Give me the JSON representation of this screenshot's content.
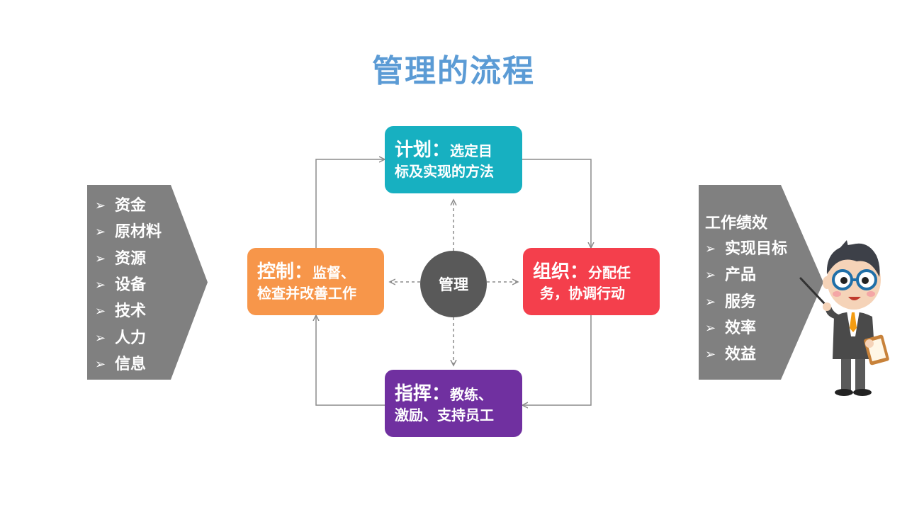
{
  "title": "管理的流程",
  "center": {
    "label": "管理"
  },
  "plan": {
    "head": "计划：",
    "desc_l1": "选定目",
    "desc_l2": "标及实现的方法",
    "color": "#17b0c1"
  },
  "organize": {
    "head": "组织：",
    "desc_l1": "分配任",
    "desc_l2": "务，协调行动",
    "color": "#f43f4c"
  },
  "control": {
    "head": "控制：",
    "desc_l1": "监督、",
    "desc_l2": "检查并改善工作",
    "color": "#f7964a"
  },
  "command": {
    "head": "指挥：",
    "desc_l1": "教练、",
    "desc_l2": "激励、支持员工",
    "color": "#7030a0"
  },
  "inputs": {
    "bullet": "➢",
    "items": [
      "资金",
      "原材料",
      "资源",
      "设备",
      "技术",
      "人力",
      "信息"
    ]
  },
  "outputs": {
    "title": "工作绩效",
    "bullet": "➢",
    "items": [
      "实现目标",
      "产品",
      "服务",
      "效率",
      "效益"
    ]
  }
}
